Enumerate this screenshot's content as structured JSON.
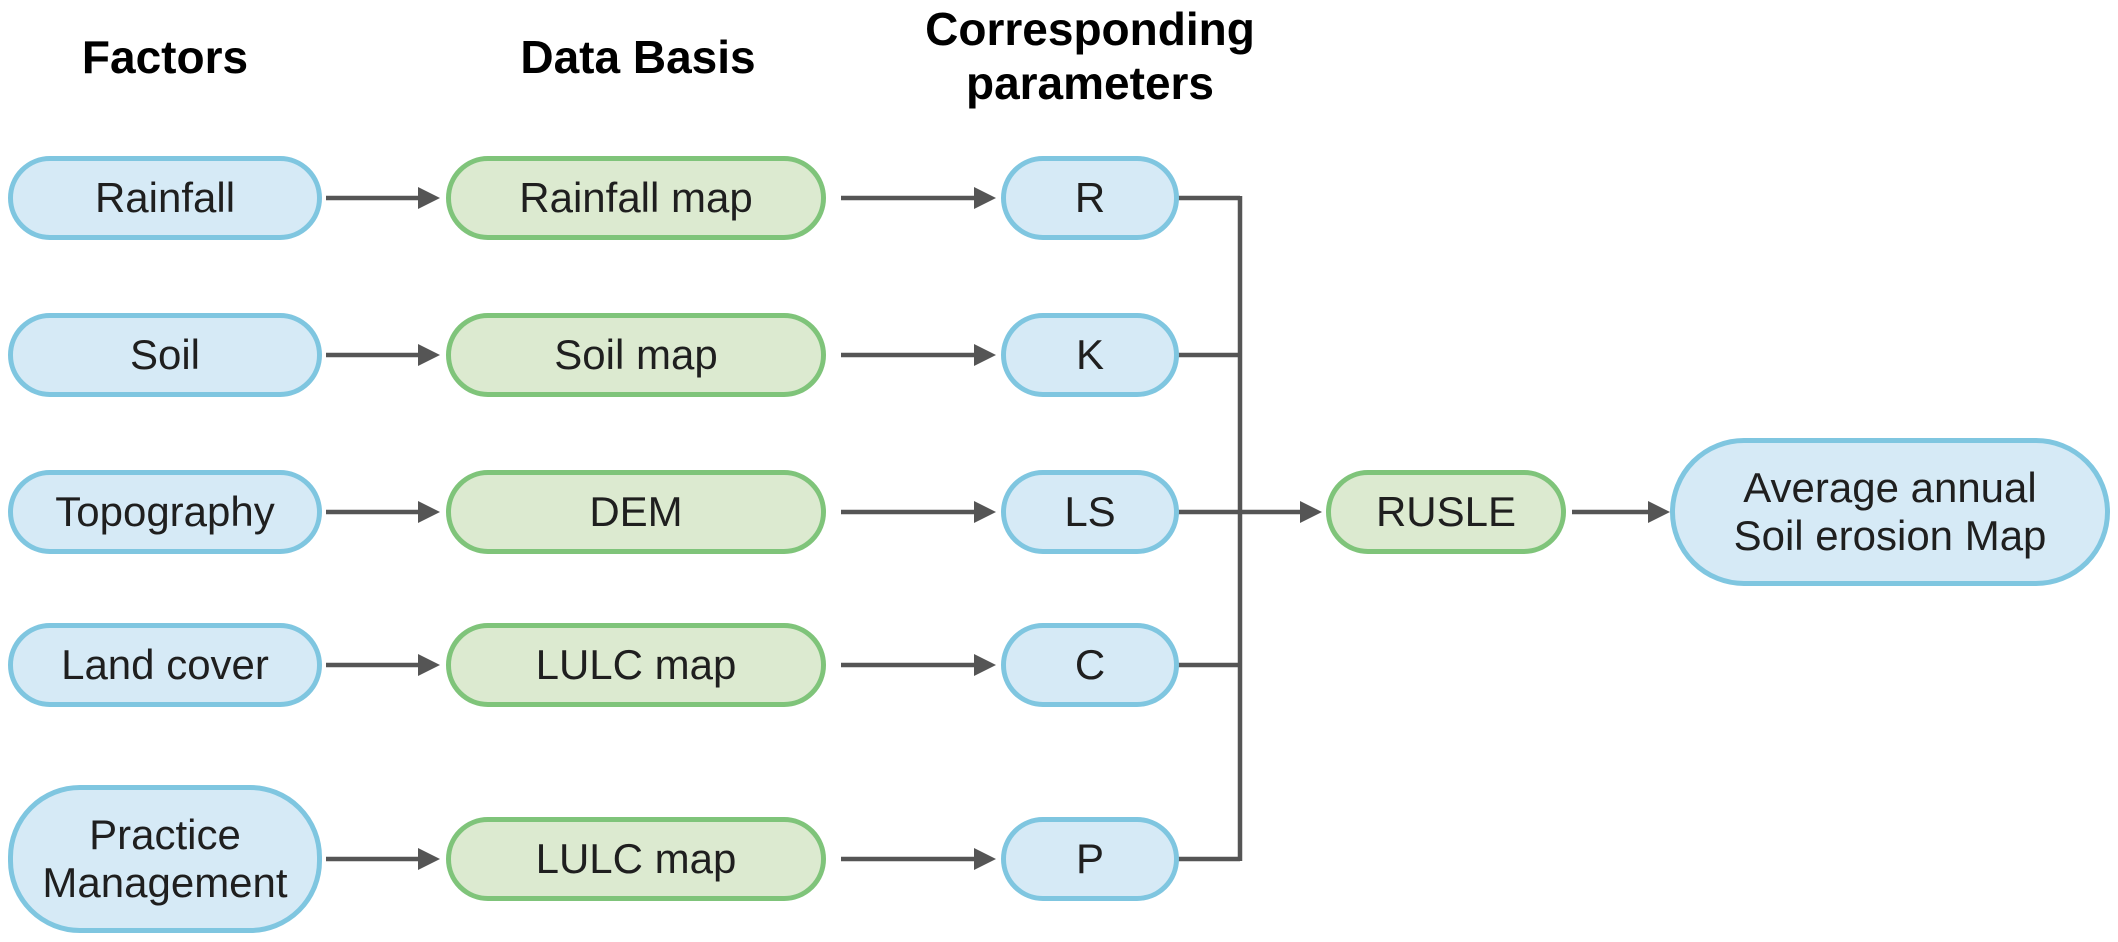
{
  "headers": {
    "factors": "Factors",
    "data_basis": "Data Basis",
    "parameters_line1": "Corresponding",
    "parameters_line2": "parameters"
  },
  "rows": [
    {
      "factor": "Rainfall",
      "data": "Rainfall map",
      "param": "R"
    },
    {
      "factor": "Soil",
      "data": "Soil map",
      "param": "K"
    },
    {
      "factor": "Topography",
      "data": "DEM",
      "param": "LS"
    },
    {
      "factor": "Land cover",
      "data": "LULC map",
      "param": "C"
    },
    {
      "factor_line1": "Practice",
      "factor_line2": "Management",
      "data": "LULC map",
      "param": "P"
    }
  ],
  "model": "RUSLE",
  "output": {
    "line1": "Average annual",
    "line2": "Soil erosion Map"
  },
  "colors": {
    "blue_fill": "#d6eaf6",
    "blue_border": "#7fc6e0",
    "green_fill": "#dcead0",
    "green_border": "#7fc47a",
    "arrow": "#555555"
  }
}
